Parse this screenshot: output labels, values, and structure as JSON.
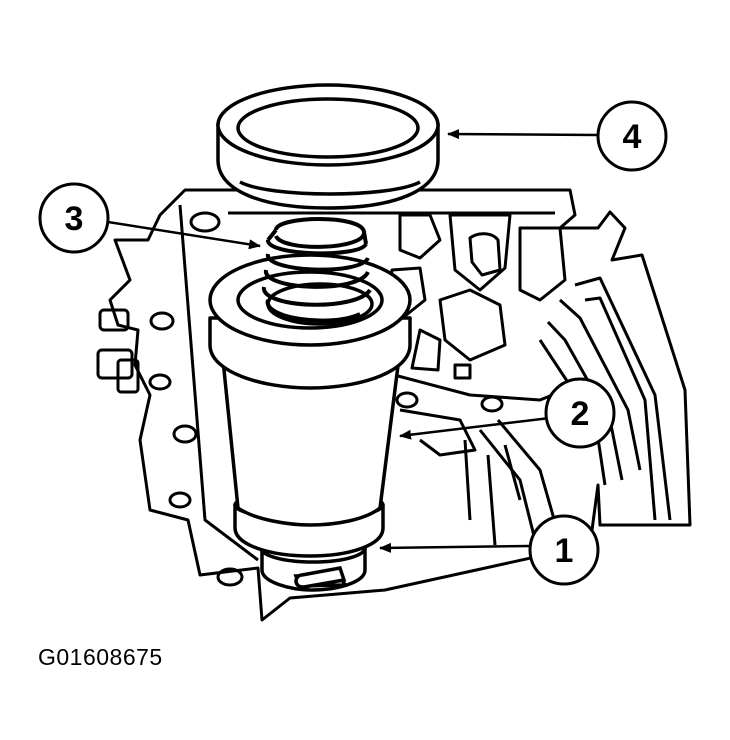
{
  "figure": {
    "code": "G01608675"
  },
  "callouts": [
    {
      "id": "1",
      "label": "1"
    },
    {
      "id": "2",
      "label": "2"
    },
    {
      "id": "3",
      "label": "3"
    },
    {
      "id": "4",
      "label": "4"
    }
  ],
  "colors": {
    "ink": "#000000",
    "paper": "#ffffff"
  }
}
